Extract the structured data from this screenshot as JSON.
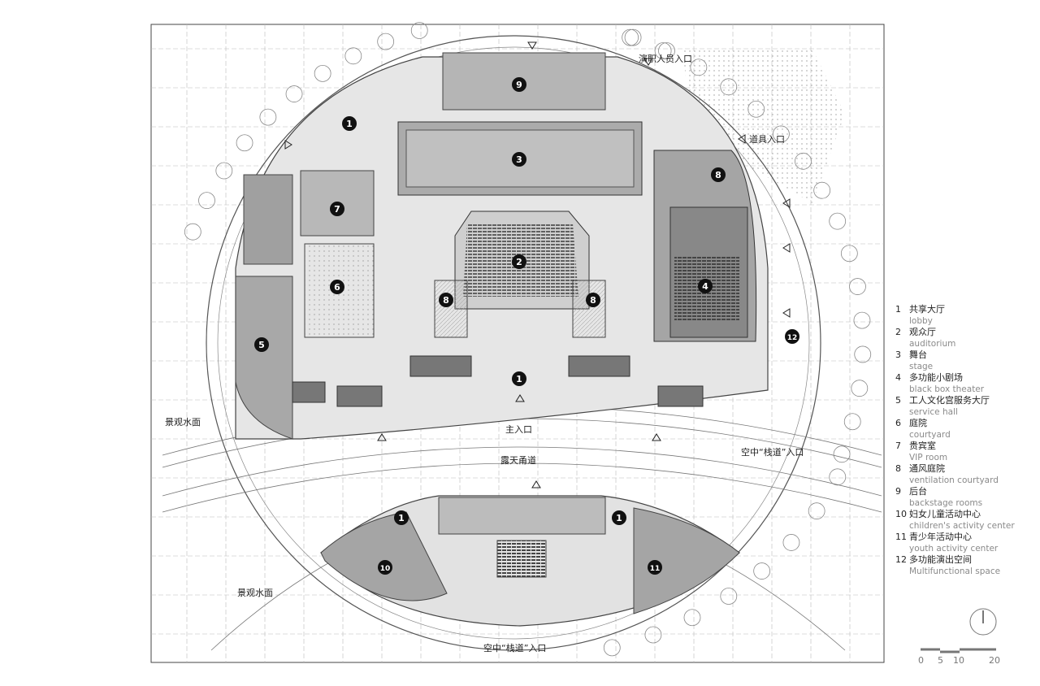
{
  "plan_labels": {
    "staff_entrance": "演职人员入口",
    "props_entrance": "道具入口",
    "main_entrance": "主入口",
    "open_corridor": "露天甬道",
    "water_feature_1": "景观水面",
    "water_feature_2": "景观水面",
    "skywalk_entrance_1": "空中“栈道”入口",
    "skywalk_entrance_2": "空中“栈道”入口"
  },
  "markers": [
    "1",
    "9",
    "3",
    "8",
    "7",
    "2",
    "6",
    "8",
    "8",
    "4",
    "5",
    "12",
    "1",
    "1",
    "1",
    "11",
    "10"
  ],
  "legend": [
    {
      "num": "1",
      "zh": "共享大厅",
      "en": "lobby"
    },
    {
      "num": "2",
      "zh": "观众厅",
      "en": "auditorium"
    },
    {
      "num": "3",
      "zh": "舞台",
      "en": "stage"
    },
    {
      "num": "4",
      "zh": "多功能小剧场",
      "en": "black box theater"
    },
    {
      "num": "5",
      "zh": "工人文化宫服务大厅",
      "en": "service hall"
    },
    {
      "num": "6",
      "zh": "庭院",
      "en": "courtyard"
    },
    {
      "num": "7",
      "zh": "贵宾室",
      "en": "VIP room"
    },
    {
      "num": "8",
      "zh": "通风庭院",
      "en": "ventilation courtyard"
    },
    {
      "num": "9",
      "zh": "后台",
      "en": "backstage rooms"
    },
    {
      "num": "10",
      "zh": "妇女儿童活动中心",
      "en": "children's activity center"
    },
    {
      "num": "11",
      "zh": "青少年活动中心",
      "en": "youth activity center"
    },
    {
      "num": "12",
      "zh": "多功能演出空间",
      "en": "Multifunctional  space"
    }
  ],
  "scale_bar": {
    "ticks": [
      "0",
      "5",
      "10",
      "20"
    ]
  },
  "colors": {
    "dark_fill": "#9a9a9a",
    "mid_fill": "#c4c4c4",
    "light_fill": "#e4e4e4",
    "line": "#555555"
  }
}
